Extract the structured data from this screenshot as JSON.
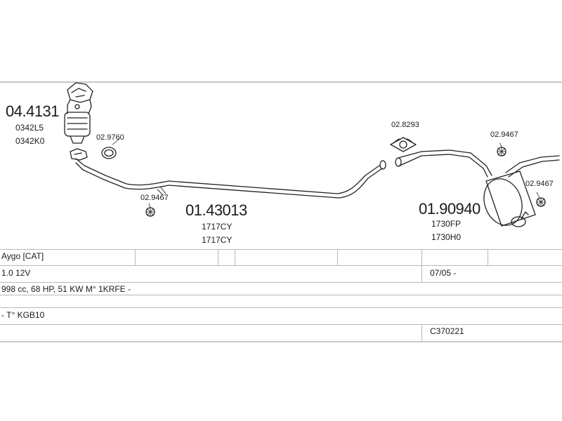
{
  "parts": {
    "cat_code": "04.4131",
    "cat_ref1": "0342L5",
    "cat_ref2": "0342K0",
    "gasket": "02.9760",
    "clamp_left": "02.9467",
    "mid_pipe_code": "01.43013",
    "mid_pipe_ref1": "1717CY",
    "mid_pipe_ref2": "1717CY",
    "clamp_mid": "02.8293",
    "mount_upper": "02.9467",
    "mount_right": "02.9467",
    "silencer_code": "01.90940",
    "silencer_ref1": "1730FP",
    "silencer_ref2": "1730H0"
  },
  "table": {
    "model": "Aygo  [CAT]",
    "engine": "1.0 12V",
    "date": "07/05 -",
    "spec": "998 cc, 68 HP, 51 KW M° 1KRFE -",
    "type": "- T° KGB10",
    "catalog": "C370221"
  }
}
